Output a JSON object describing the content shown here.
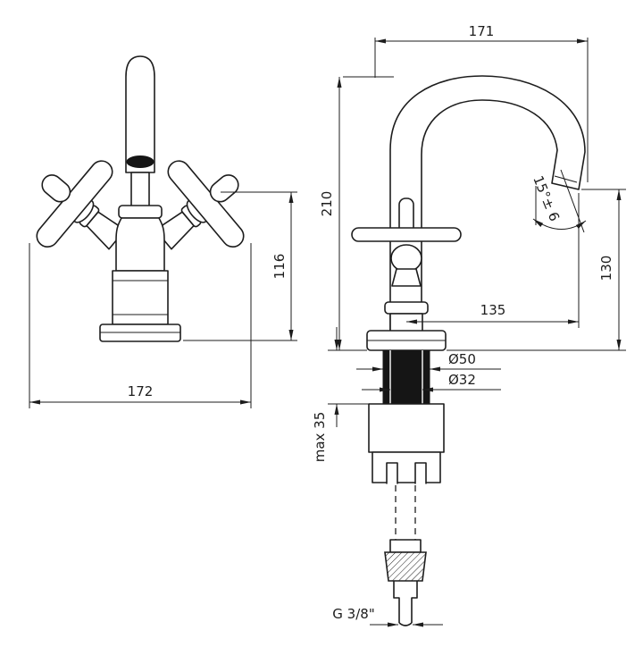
{
  "page": {
    "background": "#ffffff",
    "ink": "#1d1d1d"
  },
  "views": {
    "front": {
      "dimensions": {
        "overall_width": "172",
        "body_height": "116"
      }
    },
    "side": {
      "dimensions": {
        "overall_depth": "171",
        "spout_height": "210",
        "outlet_height": "130",
        "spout_reach": "135",
        "outlet_angle": "15°± 6",
        "outer_diameter": "Ø50",
        "shank_diameter": "Ø32",
        "max_mounting_thickness": "max 35",
        "connection_thread": "G 3/8\""
      }
    }
  }
}
